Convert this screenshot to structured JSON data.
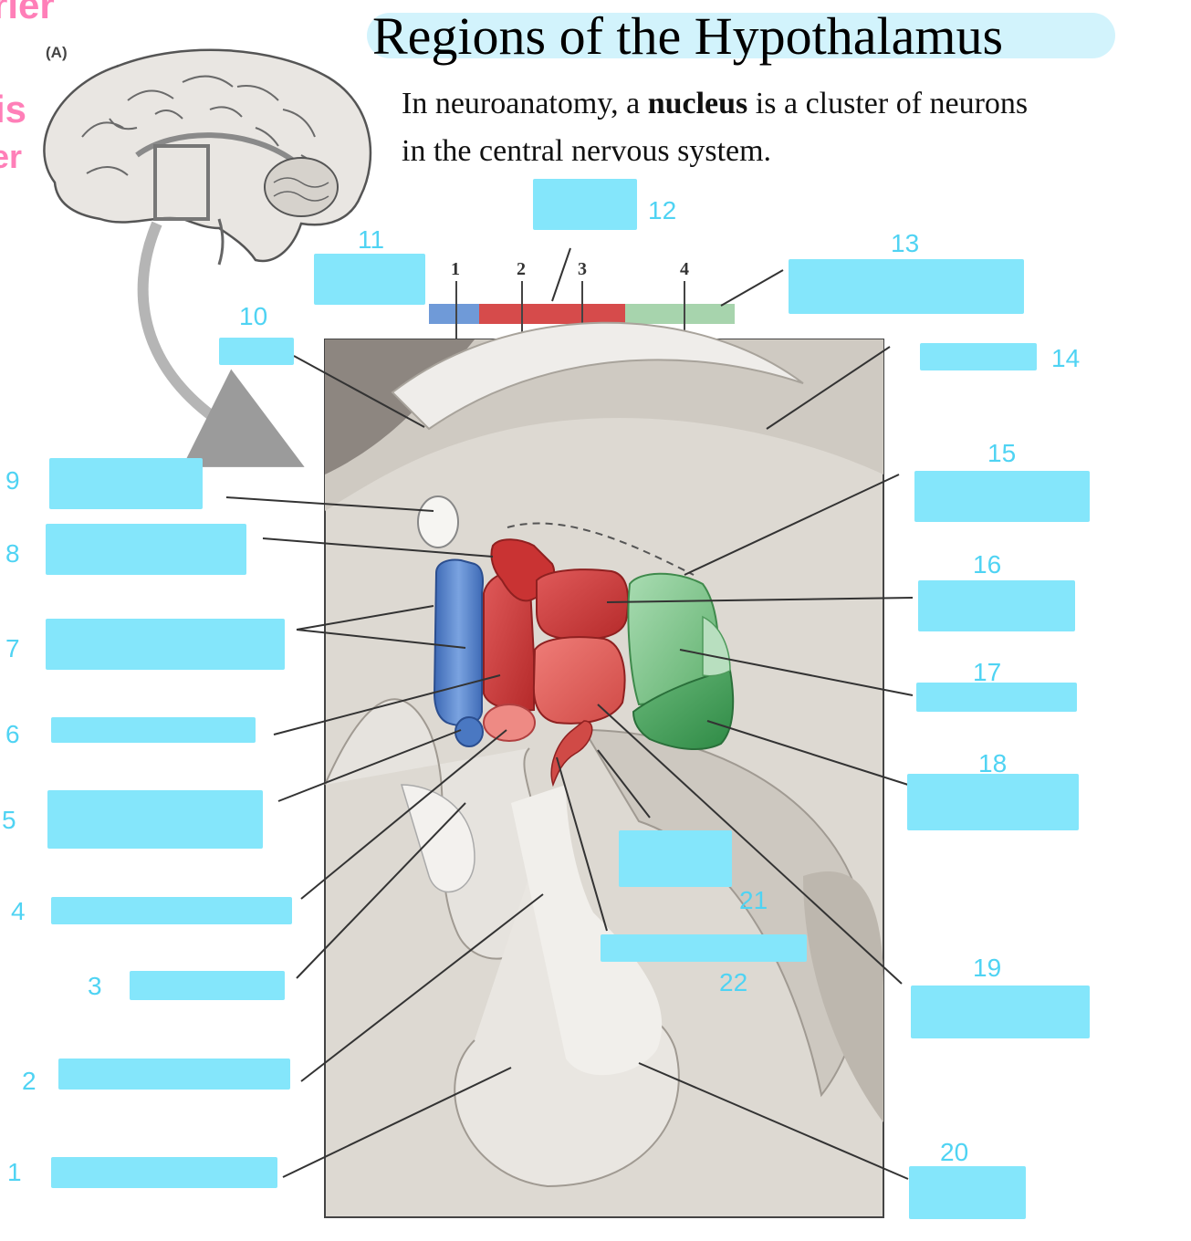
{
  "title": "Regions of the Hypothalamus",
  "description": {
    "before": "In neuroanatomy, a ",
    "term": "nucleus",
    "after": " is a cluster of neurons in the central nervous system."
  },
  "panel_label": "(A)",
  "region_numbers": [
    "1",
    "2",
    "3",
    "4"
  ],
  "label_numbers": [
    "1",
    "2",
    "3",
    "4",
    "5",
    "6",
    "7",
    "8",
    "9",
    "10",
    "11",
    "12",
    "13",
    "14",
    "15",
    "16",
    "17",
    "18",
    "19",
    "20",
    "21",
    "22"
  ],
  "margin_scribbles": [
    "rier",
    "is",
    "er"
  ],
  "colors": {
    "blank_fill": "#84e6fb",
    "title_highlight": "#d2f3fc",
    "handwritten_numbers": "#4fd3f3",
    "pink_scribble": "#ff7fb8",
    "region_blue": "#4a78c2",
    "region_red": "#d03a3a",
    "region_green": "#3f9a55"
  }
}
